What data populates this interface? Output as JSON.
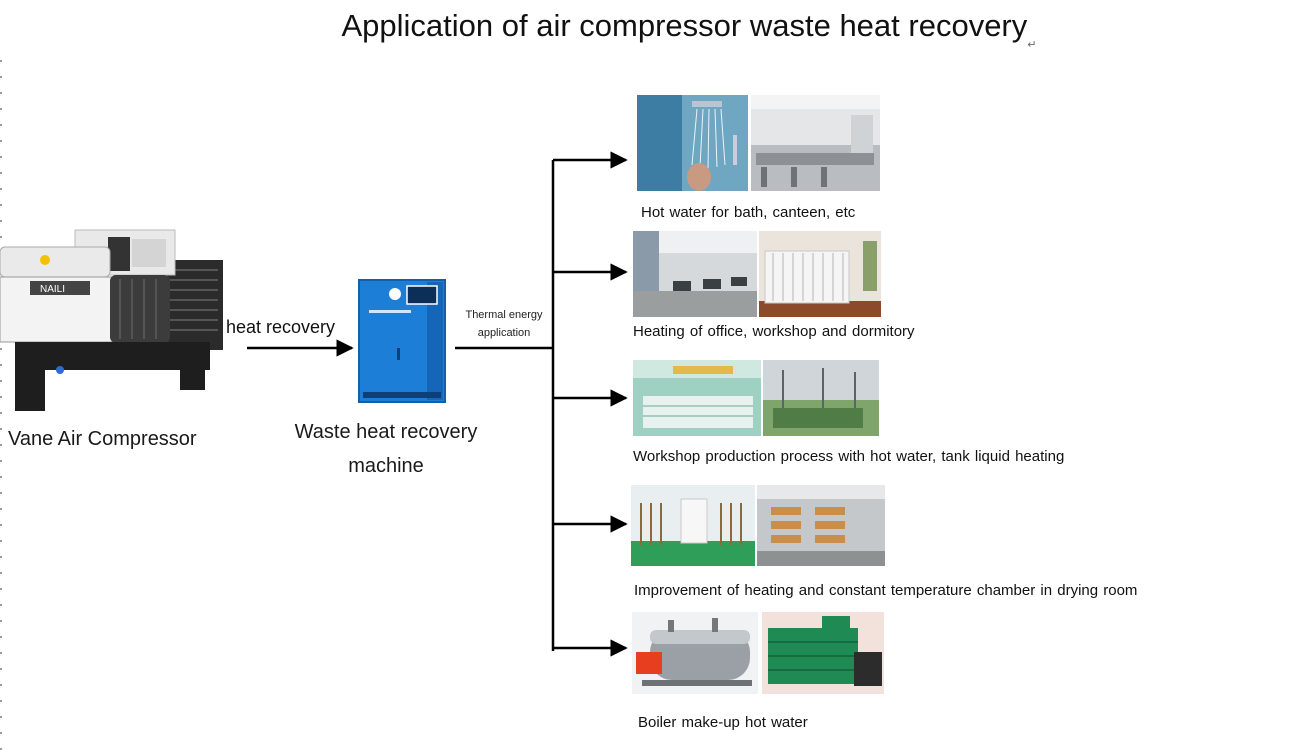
{
  "title": "Application of air compressor waste heat recovery",
  "title_mark": "↵",
  "compressor": {
    "label": "Vane Air Compressor",
    "brand_text": "NAILI"
  },
  "flow": {
    "heat_recovery_label": "heat recovery",
    "thermal_label_line1": "Thermal energy",
    "thermal_label_line2": "application"
  },
  "machine": {
    "label_line1": "Waste heat recovery",
    "label_line2": "machine"
  },
  "applications": [
    {
      "id": "bath-canteen",
      "label": "Hot water for bath, canteen, etc",
      "images": [
        "shower-photo",
        "canteen-kitchen-photo"
      ]
    },
    {
      "id": "office-heating",
      "label": "Heating of office, workshop and dormitory",
      "images": [
        "office-photo",
        "radiator-photo"
      ]
    },
    {
      "id": "workshop-process",
      "label": "Workshop production process with hot water, tank liquid heating",
      "images": [
        "production-line-photo",
        "liquid-tank-photo"
      ]
    },
    {
      "id": "drying-room",
      "label": "Improvement of heating and constant temperature chamber in drying room",
      "images": [
        "drying-room-photo",
        "drying-rack-photo"
      ]
    },
    {
      "id": "boiler",
      "label": "Boiler make-up hot water",
      "images": [
        "oil-boiler-photo",
        "coal-boiler-photo"
      ]
    }
  ],
  "colors": {
    "machine_blue": "#1c7ed6",
    "arrow": "#000000",
    "floor_green": "#2f9e58"
  }
}
